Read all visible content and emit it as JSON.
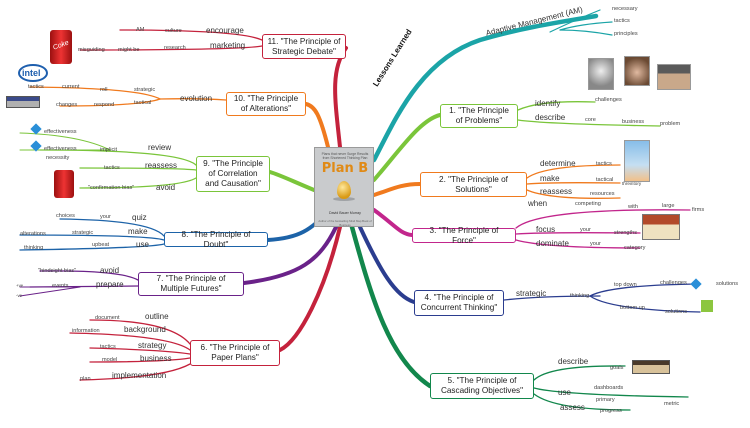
{
  "center": {
    "subtitle": "Plans that never Surge Results from Shortened Thinking Plan",
    "title": "Plan B",
    "author": "David Bauer Murray",
    "footer": "Author of the bestselling Mind Map Book of Business"
  },
  "colors": {
    "red": "#c4223c",
    "orange": "#f07a1e",
    "green": "#7ac53a",
    "blue": "#1d63a8",
    "purple": "#6a2289",
    "magenta": "#c2268c",
    "navy": "#2b3d8f",
    "teal": "#1ba4a7",
    "darkgreen": "#12874c"
  },
  "main_branch": {
    "label": "Lessons Learned"
  },
  "topics": {
    "t1": "1. \"The Principle of Problems\"",
    "t2": "2. \"The Principle of Solutions\"",
    "t3": "3. \"The Principle of Force\"",
    "t4": "4. \"The Principle of Concurrent Thinking\"",
    "t5": "5. \"The Principle of Cascading Objectives\"",
    "t6": "6. \"The Principle of Paper Plans\"",
    "t7": "7. \"The Principle of Multiple Futures\"",
    "t8": "8. \"The Principle of Doubt\"",
    "t9": "9. \"The Principle of Correlation and Causation\"",
    "t10": "10. \"The Principle of Alterations\"",
    "t11": "11. \"The Principle of Strategic Debate\""
  },
  "labels": {
    "am": "Adaptive Management (AM)",
    "necessary": "necessary",
    "tactics_am": "tactics",
    "principles": "principles",
    "identify": "identify",
    "challenges_1": "challenges",
    "describe_1": "describe",
    "core": "core",
    "business_1": "business",
    "problem": "problem",
    "determine": "determine",
    "tactics_2": "tactics",
    "make_2": "make",
    "tactical_2": "tactical",
    "threintory": "threintory",
    "reassess_2": "reassess",
    "resources": "resources",
    "when": "when",
    "competing": "competing",
    "with": "with",
    "large": "large",
    "firms": "firms",
    "focus": "focus",
    "your_3a": "your",
    "strengths": "strengths",
    "dominate": "dominate",
    "your_3b": "your",
    "category": "category",
    "strategic_4": "strategic",
    "thinking": "thinking",
    "top_down": "top down",
    "challenges_4": "challenges",
    "solutions": "solutions",
    "bottom_up": "bottom up",
    "solutions_4b": "solutions",
    "describe_5": "describe",
    "goals": "goals",
    "use_5": "use",
    "dashboards": "dashboards",
    "metric": "metric",
    "primary": "primary",
    "assess": "assess",
    "progress": "progress",
    "outline": "outline",
    "document": "document",
    "background": "background",
    "information": "information",
    "strategy": "strategy",
    "tactics_6": "tactics",
    "business_6": "business",
    "model": "model",
    "implementation": "implementation",
    "plan": "plan",
    "avoid_7": "avoid",
    "hindsight": "\"hindsight bias\"",
    "prepare": "prepare",
    "events": "events",
    "plus": "+ve",
    "minus": "-ve",
    "quiz": "quiz",
    "your_8": "your",
    "choices": "choices",
    "make_8": "make",
    "strategic_8": "strategic",
    "alterations_8": "alterations",
    "use_8": "use",
    "upbeat": "upbeat",
    "thinking_8": "thinking",
    "review": "review",
    "implicit": "implicit",
    "effectiveness_a": "effectiveness",
    "effectiveness_b": "effectiveness",
    "reassess_9": "reassess",
    "tactics_9": "tactics",
    "avoid_9": "avoid",
    "confirmation": "\"confirmation bias\"",
    "necessity": "necessity",
    "evolution": "evolution",
    "strategic_10": "strategic",
    "current": "current",
    "tactics_10a": "tactics",
    "tactical_10": "tactical",
    "respond": "respond",
    "changes": "changes",
    "encourage": "encourage",
    "culture": "culture",
    "am_11": "AM",
    "marketing": "marketing",
    "research": "research",
    "might_be": "might be",
    "misguiding": "misguiding"
  },
  "icons": {
    "intel": "intel",
    "coke": "Coke",
    "diamond": "diamond-icon"
  }
}
